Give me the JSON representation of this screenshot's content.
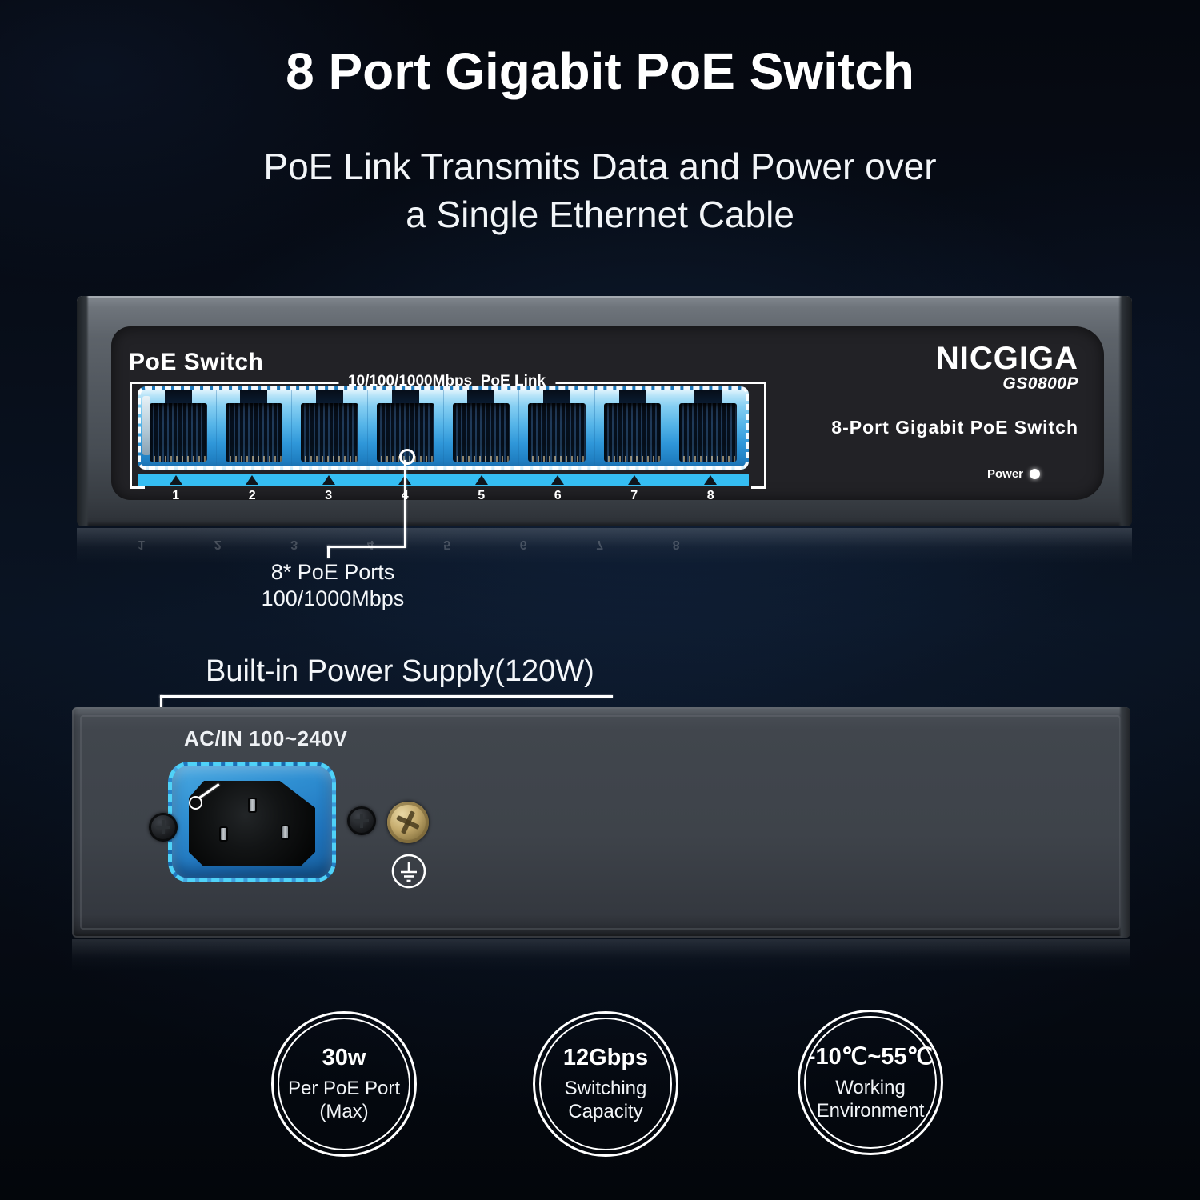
{
  "header": {
    "title": "8 Port Gigabit PoE Switch",
    "subtitle_line1": "PoE Link Transmits Data and Power over",
    "subtitle_line2": "a Single Ethernet Cable"
  },
  "front_device": {
    "panel_label": "PoE Switch",
    "ports_group_label": "10/100/1000Mbps  PoE Link",
    "brand": "NICGIGA",
    "model": "GS0800P",
    "product_name": "8-Port Gigabit PoE Switch",
    "power_led_label": "Power",
    "port_numbers": [
      "1",
      "2",
      "3",
      "4",
      "5",
      "6",
      "7",
      "8"
    ]
  },
  "ports_callout": {
    "line1": "8* PoE Ports",
    "line2": "100/1000Mbps"
  },
  "rear_device": {
    "heading": "Built-in Power Supply(120W)",
    "ac_inlet_label": "AC/IN 100~240V"
  },
  "badges": [
    {
      "value": "30w",
      "line1": "Per PoE Port",
      "line2": "(Max)"
    },
    {
      "value": "12Gbps",
      "line1": "Switching",
      "line2": "Capacity"
    },
    {
      "value": "-10℃~55℃",
      "line1": "Working",
      "line2": "Environment"
    }
  ],
  "colors": {
    "highlight_cyan": "#35bdf2",
    "port_highlight_blue": "#2e93d8",
    "inlet_highlight_blue": "#2a87c8",
    "text_white": "#ffffff"
  }
}
